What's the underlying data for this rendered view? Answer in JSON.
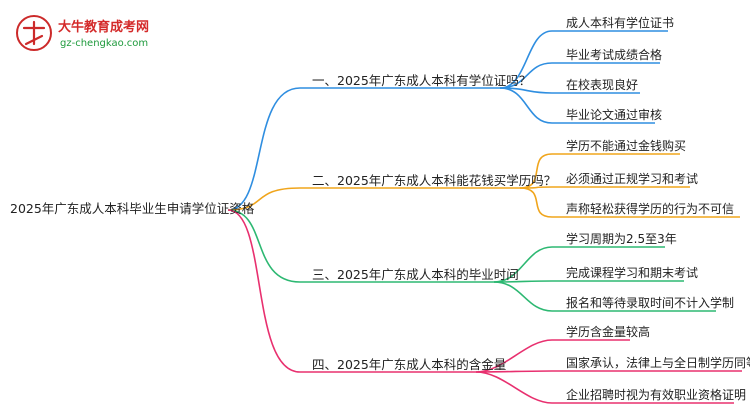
{
  "logo": {
    "title": "大牛教育成考网",
    "url": "gz-chengkao.com"
  },
  "mindmap": {
    "root": "2025年广东成人本科毕业生申请学位证资格",
    "branches": [
      {
        "label": "一、2025年广东成人本科有学位证吗？",
        "color": "#2f8ee0",
        "leaves": [
          "成人本科有学位证书",
          "毕业考试成绩合格",
          "在校表现良好",
          "毕业论文通过审核"
        ]
      },
      {
        "label": "二、2025年广东成人本科能花钱买学历吗？",
        "color": "#f0a51c",
        "leaves": [
          "学历不能通过金钱购买",
          "必须通过正规学习和考试",
          "声称轻松获得学历的行为不可信"
        ]
      },
      {
        "label": "三、2025年广东成人本科的毕业时间",
        "color": "#2db872",
        "leaves": [
          "学习周期为2.5至3年",
          "完成课程学习和期末考试",
          "报名和等待录取时间不计入学制"
        ]
      },
      {
        "label": "四、2025年广东成人本科的含金量",
        "color": "#e8306f",
        "leaves": [
          "学历含金量较高",
          "国家承认，法律上与全日制学历同等",
          "企业招聘时视为有效职业资格证明"
        ]
      }
    ]
  }
}
